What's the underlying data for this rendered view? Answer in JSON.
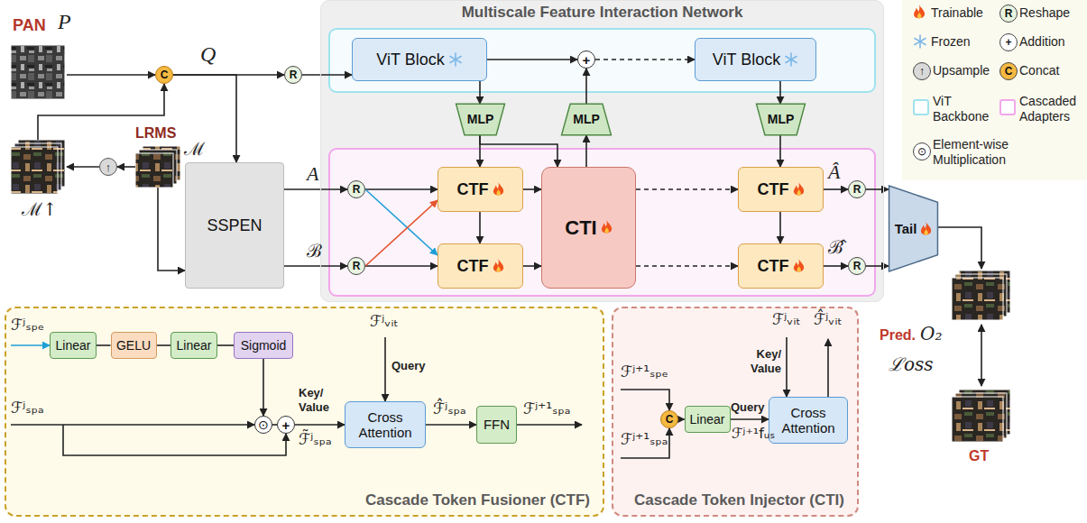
{
  "diagram": {
    "nodes": [
      {
        "text": [
          "Multiscale Feature Interaction Network"
        ]
      },
      {
        "text": [
          "ViT Block"
        ],
        "in": 0
      },
      {
        "text": [
          "+"
        ],
        "in": 0
      },
      {
        "text": [
          "ViT Block"
        ],
        "in": 0
      },
      {
        "text": [
          "MLP"
        ],
        "in": 0
      },
      {
        "text": [
          "MLP"
        ],
        "in": 0
      },
      {
        "text": [
          "MLP"
        ],
        "in": 0
      },
      {
        "text": [
          "R"
        ],
        "in": 0
      },
      {
        "text": [
          "CTF"
        ],
        "in": 0
      },
      {
        "text": [
          "CTI"
        ],
        "in": 0
      },
      {
        "text": [
          "CTF"
        ],
        "in": 0
      },
      {
        "text": [
          "R"
        ],
        "in": 0
      },
      {
        "text": [
          "CTF"
        ],
        "in": 0
      },
      {
        "text": [
          "CTF"
        ],
        "in": 0
      },
      {
        "text": [
          "R"
        ],
        "in": 0
      },
      {
        "text": [
          "R"
        ],
        "in": 0
      },
      {
        "text": [
          "C"
        ]
      },
      {
        "text": [
          "R"
        ]
      },
      {
        "text": [
          "↑"
        ]
      },
      {
        "text": [
          "SSPEN"
        ]
      },
      {
        "text": [
          "Tail"
        ]
      },
      {
        "text": [
          "Cascade Token Fusioner (CTF)"
        ]
      },
      {
        "text": [
          "Linear"
        ],
        "in": 21
      },
      {
        "text": [
          "GELU"
        ],
        "in": 21
      },
      {
        "text": [
          "Linear"
        ],
        "in": 21
      },
      {
        "text": [
          "Sigmoid"
        ],
        "in": 21
      },
      {
        "text": [
          "⊙"
        ],
        "in": 21
      },
      {
        "text": [
          "+"
        ],
        "in": 21
      },
      {
        "text": [
          "Cross Attention"
        ],
        "in": 21
      },
      {
        "text": [
          "FFN"
        ],
        "in": 21
      },
      {
        "text": [
          "Cascade Token Injector (CTI)"
        ]
      },
      {
        "text": [
          "C"
        ],
        "in": 30
      },
      {
        "text": [
          "Linear"
        ],
        "in": 30
      },
      {
        "text": [
          "Cross Attention"
        ],
        "in": 30
      }
    ],
    "edges": [
      {
        "from": 16,
        "to": 17,
        "arrow": "to"
      },
      {
        "from": 17,
        "to": 1,
        "arrow": "to"
      },
      {
        "from": 16,
        "to": 19,
        "arrow": "to"
      },
      {
        "from": 1,
        "to": 2,
        "arrow": "to"
      },
      {
        "from": 2,
        "to": 3,
        "arrow": "to"
      },
      {
        "from": 1,
        "to": 4,
        "arrow": "to"
      },
      {
        "from": 4,
        "to": 8,
        "arrow": "to"
      },
      {
        "from": 4,
        "to": 9,
        "arrow": "to"
      },
      {
        "from": 9,
        "to": 5,
        "arrow": "to"
      },
      {
        "from": 5,
        "to": 2,
        "arrow": "to"
      },
      {
        "from": 3,
        "to": 6,
        "arrow": "to"
      },
      {
        "from": 6,
        "to": 10,
        "arrow": "to"
      },
      {
        "from": 19,
        "to": 7,
        "arrow": "to"
      },
      {
        "from": 19,
        "to": 11,
        "arrow": "to"
      },
      {
        "from": 7,
        "to": 8,
        "arrow": "to"
      },
      {
        "from": 11,
        "to": 12,
        "arrow": "to"
      },
      {
        "from": 7,
        "to": 12,
        "arrow": "to"
      },
      {
        "from": 11,
        "to": 8,
        "arrow": "to"
      },
      {
        "from": 8,
        "to": 12,
        "arrow": "to"
      },
      {
        "from": 8,
        "to": 9,
        "arrow": "to"
      },
      {
        "from": 12,
        "to": 9,
        "arrow": "to"
      },
      {
        "from": 9,
        "to": 10,
        "arrow": "to"
      },
      {
        "from": 9,
        "to": 13,
        "arrow": "to"
      },
      {
        "from": 10,
        "to": 13,
        "arrow": "to"
      },
      {
        "from": 10,
        "to": 14,
        "arrow": "to"
      },
      {
        "from": 13,
        "to": 15,
        "arrow": "to"
      },
      {
        "from": 14,
        "to": 20,
        "arrow": "to"
      },
      {
        "from": 15,
        "to": 20,
        "arrow": "to"
      },
      {
        "from": 22,
        "to": 23,
        "arrow": "none"
      },
      {
        "from": 23,
        "to": 24,
        "arrow": "none"
      },
      {
        "from": 24,
        "to": 25,
        "arrow": "none"
      },
      {
        "from": 25,
        "to": 26,
        "arrow": "to"
      },
      {
        "from": 26,
        "to": 27,
        "arrow": "none"
      },
      {
        "from": 27,
        "to": 28,
        "arrow": "to"
      },
      {
        "from": 28,
        "to": 29,
        "arrow": "to"
      },
      {
        "from": 31,
        "to": 32,
        "arrow": "to"
      },
      {
        "from": 32,
        "to": 33,
        "arrow": "to"
      }
    ],
    "labels": [
      "PAN",
      "P",
      "Q",
      "LRMS",
      "ℳ",
      "ℳ↑",
      "A",
      "ℬ",
      "Â",
      "ℬ̂",
      "Pred.",
      "O₂",
      "ℒoss",
      "GT",
      "ℱʲₛₚₑ",
      "ℱʲₛₚₐ",
      "ℱʲᵥᵢₜ",
      "Query",
      "Key/ Value",
      "ℱ̃ʲₛₚₐ",
      "ℱ̂ʲₛₚₐ",
      "ℱʲ⁺¹ₛₚₐ",
      "ℱʲ⁺¹ₛₚₑ",
      "ℱʲ⁺¹ₛₚₐ",
      "Query",
      "ℱʲ⁺¹fᵤₛ",
      "ℱʲᵥᵢₜ",
      "Key/ Value",
      "ℱ̂ʲᵥᵢₜ",
      "R",
      "+",
      "↑",
      "C",
      "⊙"
    ],
    "legend": [
      {
        "text": "Trainable"
      },
      {
        "text": "Reshape"
      },
      {
        "text": "Frozen"
      },
      {
        "text": "Addition"
      },
      {
        "text": "Upsample"
      },
      {
        "text": "Concat"
      },
      {
        "text": "ViT Backbone",
        "color": "#9fe3ee"
      },
      {
        "text": "Cascaded Adapters",
        "color": "#f1a7ec"
      },
      {
        "text": "Element-wise Multiplication"
      }
    ]
  }
}
